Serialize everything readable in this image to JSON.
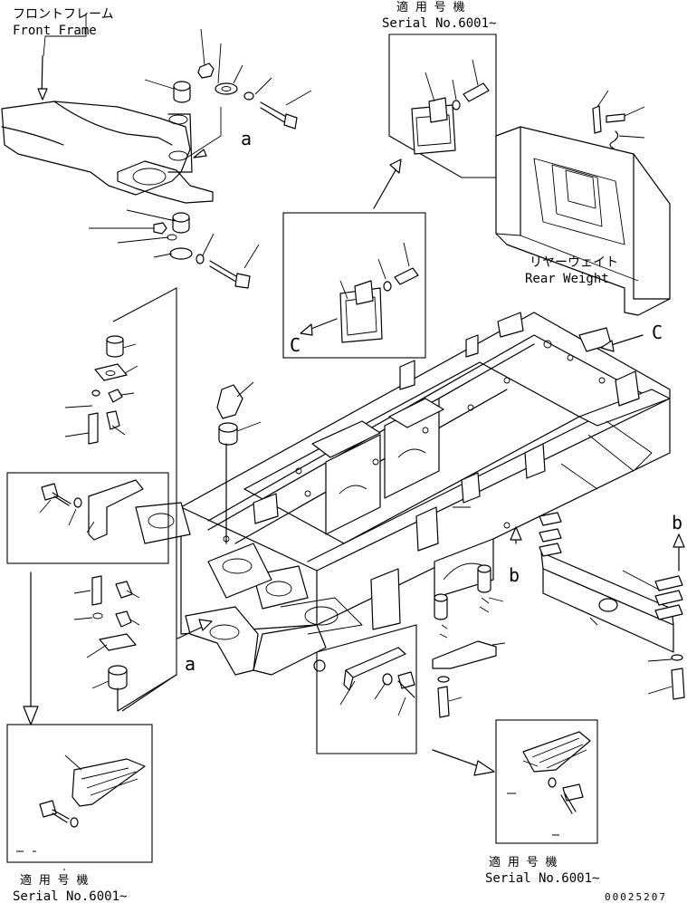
{
  "labels": {
    "front_frame_jp": "フロントフレーム",
    "front_frame_en": "Front Frame",
    "rear_weight_jp": "リヤーウェイト",
    "rear_weight_en": "Rear Weight",
    "serial_top_jp": "適 用 号 機",
    "serial_top_en": "Serial No.6001~",
    "serial_bl_jp": "適 用 号 機",
    "serial_bl_en": "Serial No.6001~",
    "serial_br_jp": "適 用 号 機",
    "serial_br_en": "Serial No.6001~",
    "view_a_top": "a",
    "view_a_bottom": "a",
    "view_b_left": "b",
    "view_b_right": "b",
    "view_c_inset": "C",
    "view_c_frame": "C",
    "drawing_number": "00025207"
  }
}
